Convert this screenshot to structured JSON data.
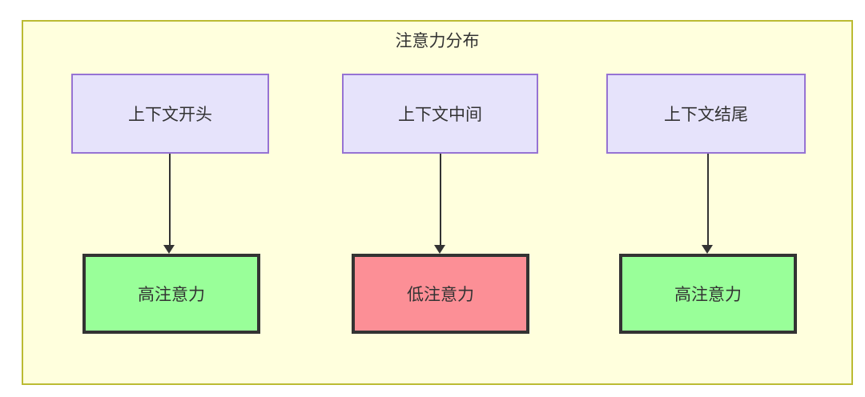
{
  "diagram": {
    "title": "注意力分布",
    "background_color": "#ffffdd",
    "border_color": "#bbbb33",
    "top_nodes": [
      {
        "id": "context-start",
        "label": "上下文开头",
        "fill": "#e6e3fb",
        "stroke": "#9673d3"
      },
      {
        "id": "context-middle",
        "label": "上下文中间",
        "fill": "#e6e3fb",
        "stroke": "#9673d3"
      },
      {
        "id": "context-end",
        "label": "上下文结尾",
        "fill": "#e6e3fb",
        "stroke": "#9673d3"
      }
    ],
    "bottom_nodes": [
      {
        "id": "high-attention-left",
        "label": "高注意力",
        "fill": "#99ff99",
        "stroke": "#333333"
      },
      {
        "id": "low-attention-middle",
        "label": "低注意力",
        "fill": "#fc8f96",
        "stroke": "#333333"
      },
      {
        "id": "high-attention-right",
        "label": "高注意力",
        "fill": "#99ff99",
        "stroke": "#333333"
      }
    ],
    "edges": [
      {
        "from": "context-start",
        "to": "high-attention-left",
        "label": ""
      },
      {
        "from": "context-middle",
        "to": "low-attention-middle",
        "label": ""
      },
      {
        "from": "context-end",
        "to": "high-attention-right",
        "label": ""
      }
    ]
  }
}
